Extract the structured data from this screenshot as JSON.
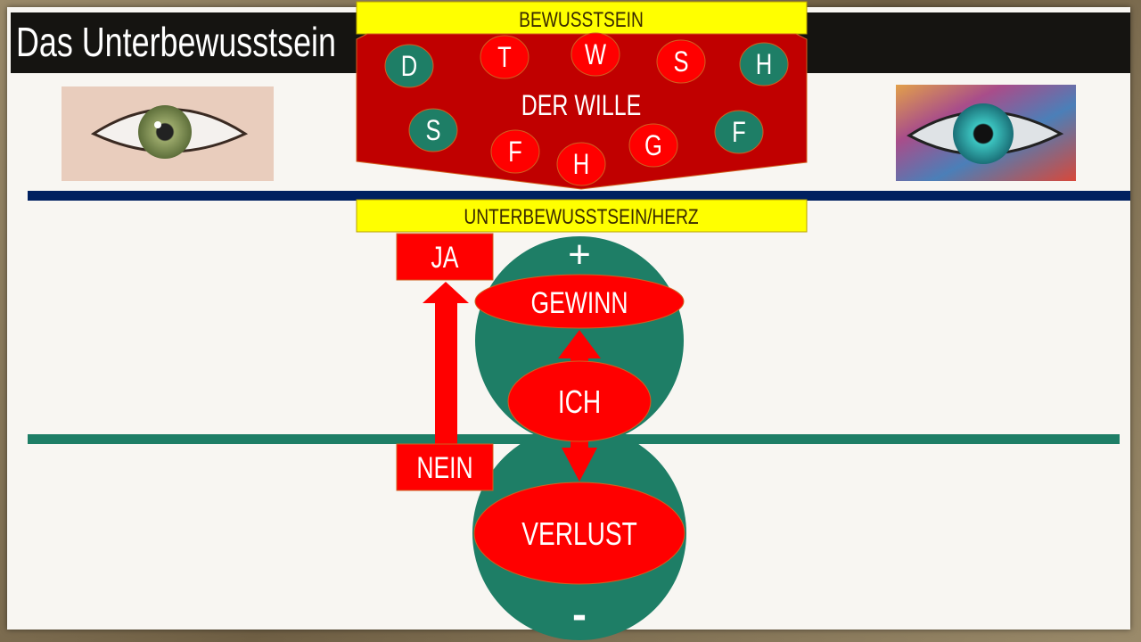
{
  "slide": {
    "title": "Das Unterbewusstsein",
    "top_label": "BEWUSSTSEIN",
    "will_label": "DER WILLE",
    "will_letters": [
      {
        "letter": "D",
        "color": "green"
      },
      {
        "letter": "T",
        "color": "red"
      },
      {
        "letter": "W",
        "color": "red"
      },
      {
        "letter": "S",
        "color": "red"
      },
      {
        "letter": "H",
        "color": "green"
      },
      {
        "letter": "S",
        "color": "green"
      },
      {
        "letter": "F",
        "color": "red"
      },
      {
        "letter": "H",
        "color": "red"
      },
      {
        "letter": "G",
        "color": "red"
      },
      {
        "letter": "F",
        "color": "green"
      }
    ],
    "sub_label": "UNTERBEWUSSTSEIN/HERZ",
    "ja": "JA",
    "nein": "NEIN",
    "plus": "+",
    "minus": "-",
    "gewinn": "GEWINN",
    "ich": "ICH",
    "verlust": "VERLUST"
  },
  "colors": {
    "red": "#ff0000",
    "dark_red": "#c00000",
    "green": "#1e7e66",
    "yellow": "#ffff00",
    "navy": "#002060"
  }
}
